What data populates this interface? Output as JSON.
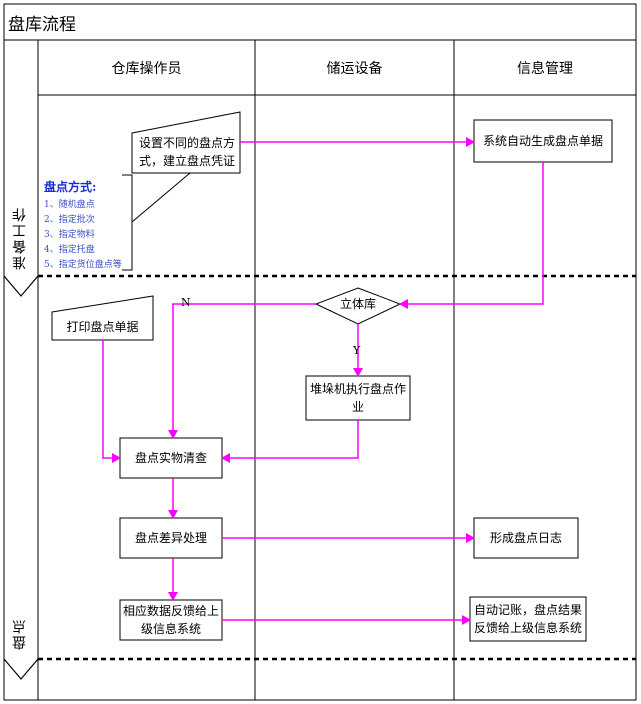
{
  "title": "盘库流程",
  "lanes": [
    "仓库操作员",
    "储运设备",
    "信息管理"
  ],
  "phases": {
    "prep": "准备工作",
    "count": "盘点"
  },
  "nodes": {
    "set_method": "设置不同的盘点方式，建立盘点凭证",
    "auto_generate": "系统自动生成盘点单据",
    "stereo_warehouse": "立体库",
    "print_doc": "打印盘点单据",
    "stacker_task": "堆垛机执行盘点作业",
    "physical_count": "盘点实物清查",
    "diff_handle": "盘点差异处理",
    "form_log": "形成盘点日志",
    "feedback_data": "相应数据反馈给上级信息系统",
    "auto_post": "自动记账，盘点结果反馈给上级信息系统"
  },
  "note": {
    "title": "盘点方式:",
    "items": [
      "1、随机盘点",
      "2、指定批次",
      "3、指定物料",
      "4、指定托盘",
      "5、指定货位盘点等"
    ]
  },
  "branch_labels": {
    "no": "N",
    "yes": "Y"
  },
  "colors": {
    "flow": "#ff00ff",
    "note_text": "#1a2bd6",
    "line": "#000000"
  }
}
